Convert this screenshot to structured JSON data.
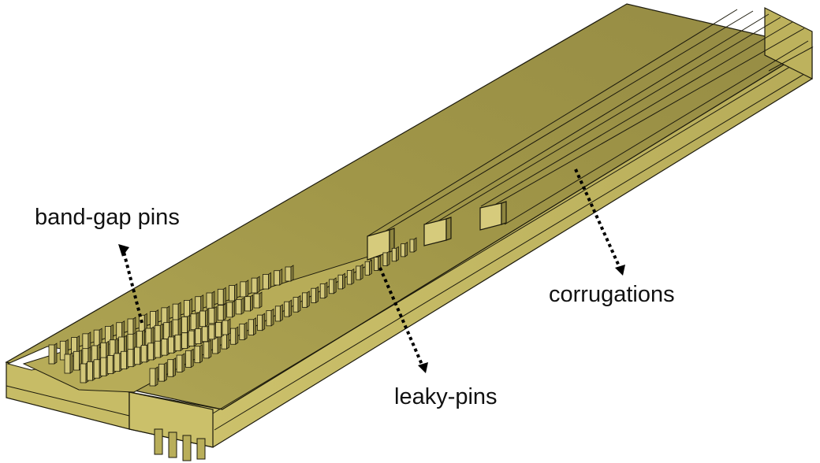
{
  "labels": {
    "band_gap_pins": "band-gap pins",
    "leaky_pins": "leaky-pins",
    "corrugations": "corrugations"
  },
  "colors": {
    "top_face": "#a49a4c",
    "top_face_dark": "#8e8540",
    "side_face": "#c5ba63",
    "side_face_shade": "#b2a755",
    "pin_light": "#d2c77a",
    "pin_dark": "#8a8140",
    "edge": "#1c1a0c",
    "pointer": "#000000",
    "background": "#ffffff"
  }
}
